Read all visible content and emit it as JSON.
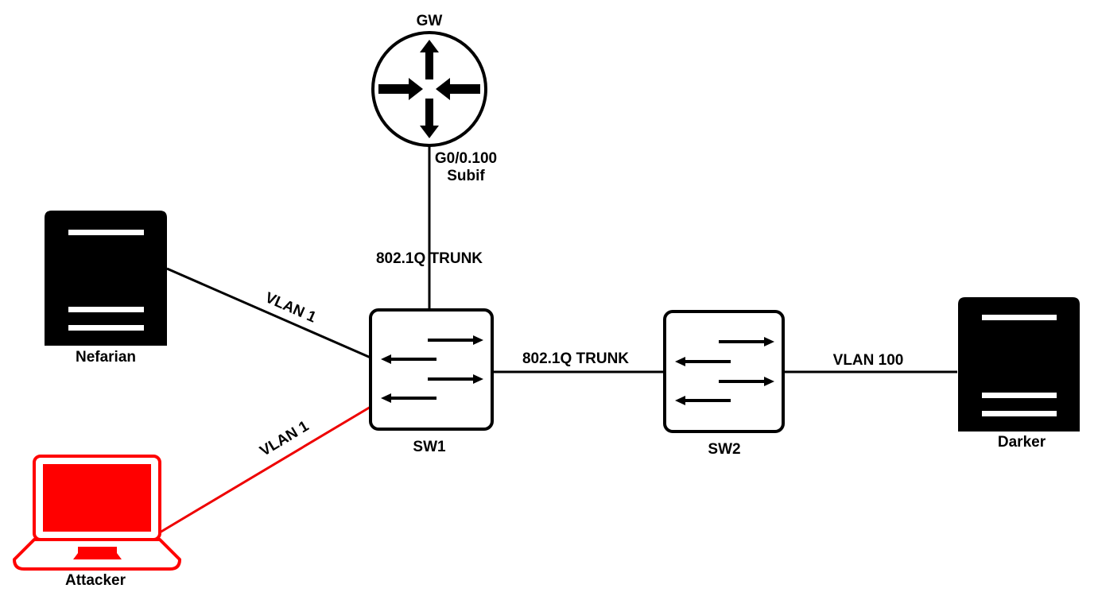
{
  "colors": {
    "line": "#000000",
    "attack": "#ee0000",
    "attacker_fill": "#ff0000",
    "background": "#ffffff"
  },
  "nodes": {
    "gateway": {
      "label": "GW",
      "icon": "router-icon"
    },
    "sw1": {
      "label": "SW1",
      "icon": "switch-icon"
    },
    "sw2": {
      "label": "SW2",
      "icon": "switch-icon"
    },
    "nefarian": {
      "label": "Nefarian",
      "icon": "server-icon"
    },
    "darker": {
      "label": "Darker",
      "icon": "server-icon"
    },
    "attacker": {
      "label": "Attacker",
      "icon": "laptop-icon"
    }
  },
  "links": {
    "gw_sw1": {
      "interface": "G0/0.100",
      "interface_note": "Subif",
      "label": "802.1Q TRUNK"
    },
    "nefarian_sw1": {
      "label": "VLAN 1"
    },
    "attacker_sw1": {
      "label": "VLAN 1"
    },
    "sw1_sw2": {
      "label": "802.1Q TRUNK"
    },
    "sw2_darker": {
      "label": "VLAN 100"
    }
  }
}
